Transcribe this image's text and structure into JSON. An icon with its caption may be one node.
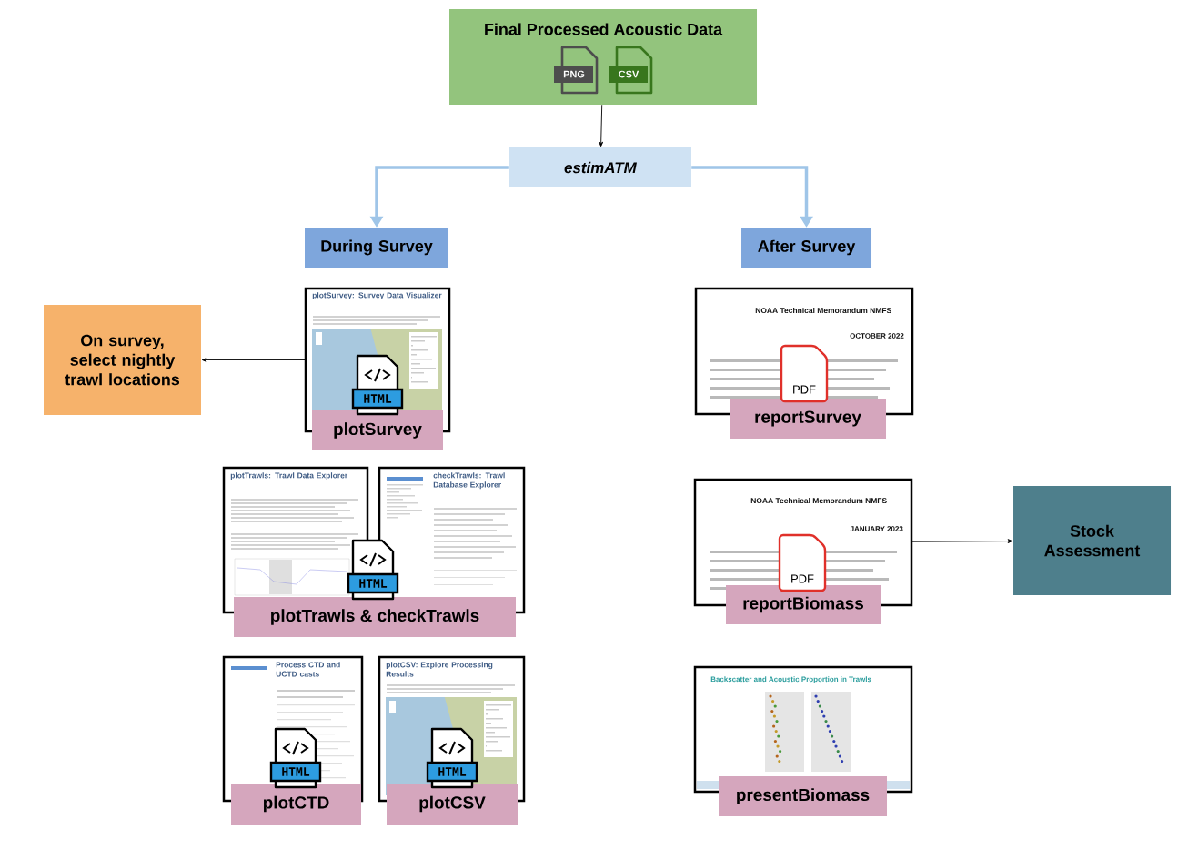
{
  "diagram": {
    "nodes": [
      {
        "text": [
          "Final Processed Acoustic Data"
        ]
      },
      {
        "text": [
          "*estimATM*"
        ]
      },
      {
        "text": [
          "During Survey"
        ]
      },
      {
        "text": [
          "After Survey"
        ]
      },
      {
        "text": [
          "plotSurvey"
        ]
      },
      {
        "text": [
          "On survey, select nightly trawl locations"
        ]
      },
      {
        "text": [
          "plotTrawls & checkTrawls"
        ]
      },
      {
        "text": [
          "plotCTD"
        ]
      },
      {
        "text": [
          "plotCSV"
        ]
      },
      {
        "text": [
          "reportSurvey"
        ]
      },
      {
        "text": [
          "reportBiomass"
        ]
      },
      {
        "text": [
          "presentBiomass"
        ]
      },
      {
        "text": [
          "Stock Assessment"
        ]
      }
    ],
    "edges": [
      {
        "from": 0,
        "to": 1,
        "arrow": "to"
      },
      {
        "from": 1,
        "to": 2,
        "arrow": "to",
        "style": "thick",
        "color": "#9fc5e8"
      },
      {
        "from": 1,
        "to": 3,
        "arrow": "to",
        "style": "thick",
        "color": "#9fc5e8"
      },
      {
        "from": 4,
        "to": 5,
        "arrow": "to"
      },
      {
        "from": 10,
        "to": 12,
        "arrow": "to"
      }
    ],
    "labels": [
      "PNG",
      "CSV",
      "plotSurvey: Survey Data Visualizer",
      "NOAA Technical Memorandum NMFS",
      "OCTOBER 2022",
      "PDF",
      "HTML",
      "plotTrawls: Trawl Data Explorer",
      "checkTrawls: Trawl Database Explorer",
      "NOAA Technical Memorandum NMFS",
      "JANUARY 2023",
      "PDF",
      "HTML",
      "Process CTD and UCTD casts",
      "plotCSV: Explore Processing Results",
      "Backscatter and Acoustic Proportion in Trawls",
      "HTML",
      "HTML"
    ]
  }
}
